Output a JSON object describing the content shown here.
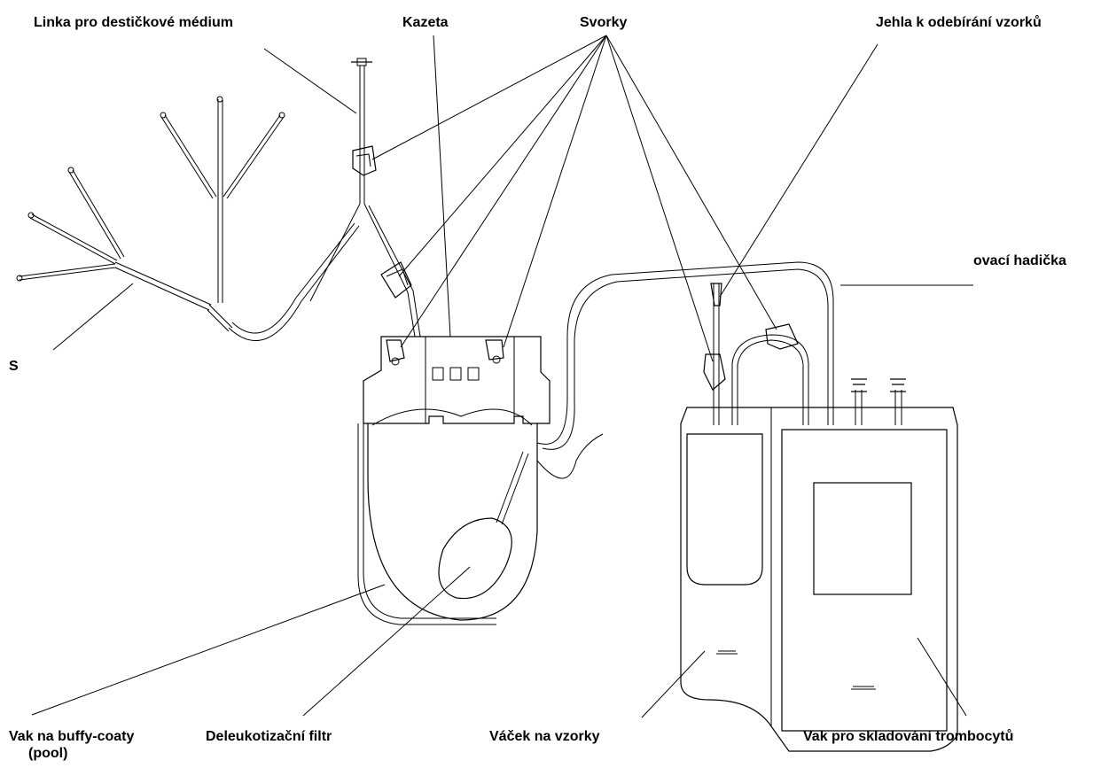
{
  "labels": {
    "platelet_medium_line": "Linka pro destičkové médium",
    "cassette": "Kazeta",
    "clamps": "Svorky",
    "sampling_needle": "Jehla k odebírání vzorků",
    "tubing_partial": "ovací hadička",
    "left_partial": "S",
    "buffy_coat_bag_line1": "Vak na buffy-coaty",
    "buffy_coat_bag_line2": "(pool)",
    "leukoreduction_filter": "Deleukotizační filtr",
    "sample_pouch": "Váček na vzorky",
    "platelet_storage_bag": "Vak pro skladování trombocytů"
  },
  "colors": {
    "line": "#000000",
    "background": "#ffffff"
  }
}
